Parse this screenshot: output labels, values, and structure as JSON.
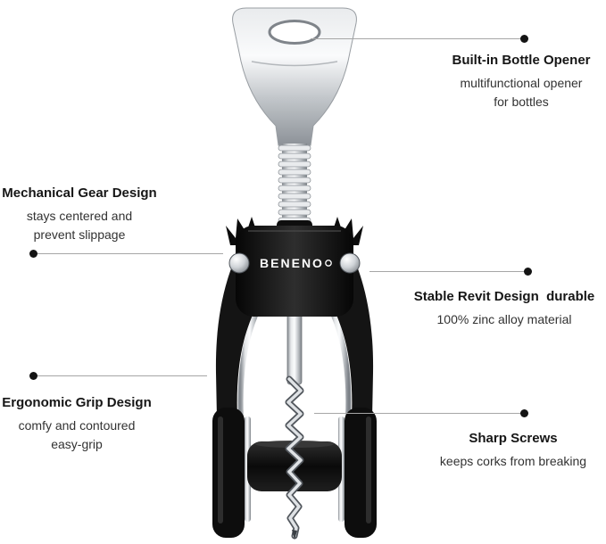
{
  "brand": "BENENO",
  "callouts": {
    "bottle_opener": {
      "title": "Built-in Bottle Opener",
      "subtitle": "multifunctional opener\nfor bottles"
    },
    "gear": {
      "title": "Mechanical Gear Design",
      "subtitle": "stays centered and\nprevent slippage"
    },
    "rivet": {
      "title": "Stable Revit Design  durable",
      "subtitle": "100% zinc alloy material"
    },
    "grip": {
      "title": "Ergonomic Grip Design",
      "subtitle": "comfy and contoured\neasy-grip"
    },
    "screw": {
      "title": "Sharp Screws",
      "subtitle": "keeps corks from breaking"
    }
  },
  "colors": {
    "leader_line": "#a6a6a6",
    "leader_dot": "#141414",
    "body_black": "#141414",
    "chrome_light": "#f5f6f7"
  }
}
